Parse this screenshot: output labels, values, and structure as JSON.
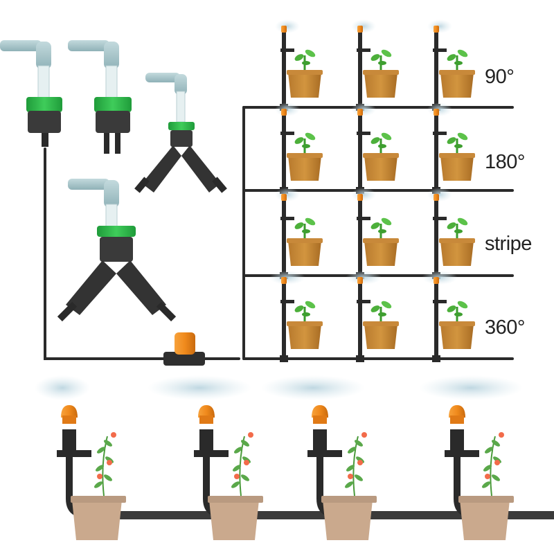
{
  "spray_patterns": [
    {
      "label": "90°"
    },
    {
      "label": "180°"
    },
    {
      "label": "stripe"
    },
    {
      "label": "360°"
    }
  ],
  "colors": {
    "pipe": "#2a2a2a",
    "faucet": "#a9c7cc",
    "connector_green": "#2fb84a",
    "nozzle_orange": "#f08a1c",
    "pot": "#c98a3a",
    "pot_large": "#caa98d",
    "leaf": "#4caf3a",
    "flower": "#f26b4a",
    "mist": "#c9dde6"
  }
}
